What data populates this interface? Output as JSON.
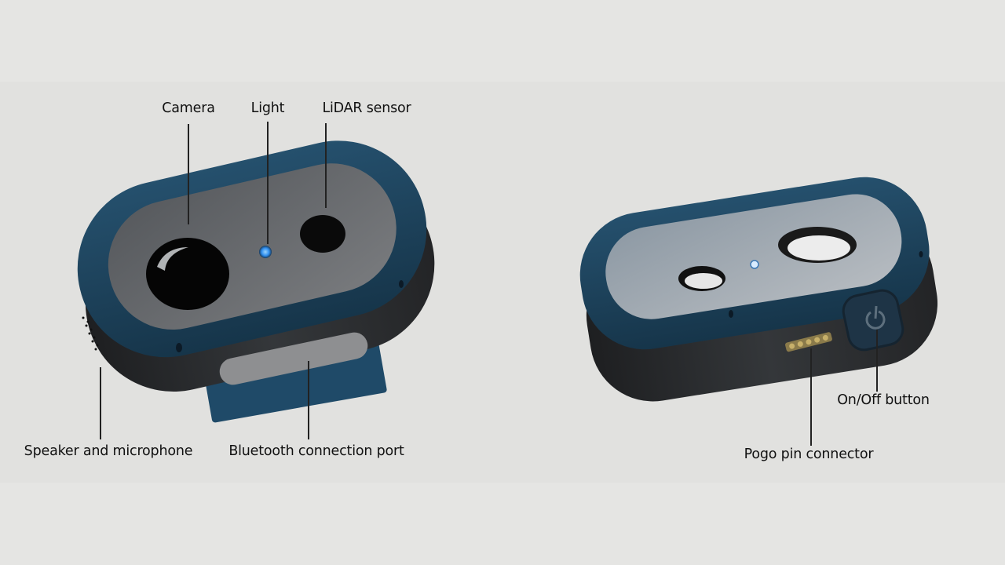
{
  "labels": {
    "camera": "Camera",
    "light": "Light",
    "lidar": "LiDAR sensor",
    "speaker": "Speaker and microphone",
    "bluetooth": "Bluetooth connection port",
    "pogo": "Pogo pin connector",
    "onoff": "On/Off button"
  },
  "colors": {
    "background": "#e1e1df",
    "shell_blue": "#1f4560",
    "body_dark": "#2a2c2f",
    "plate_gray": "#6c6e71",
    "light_led": "#3aa0ff",
    "leader_line": "#222222"
  }
}
